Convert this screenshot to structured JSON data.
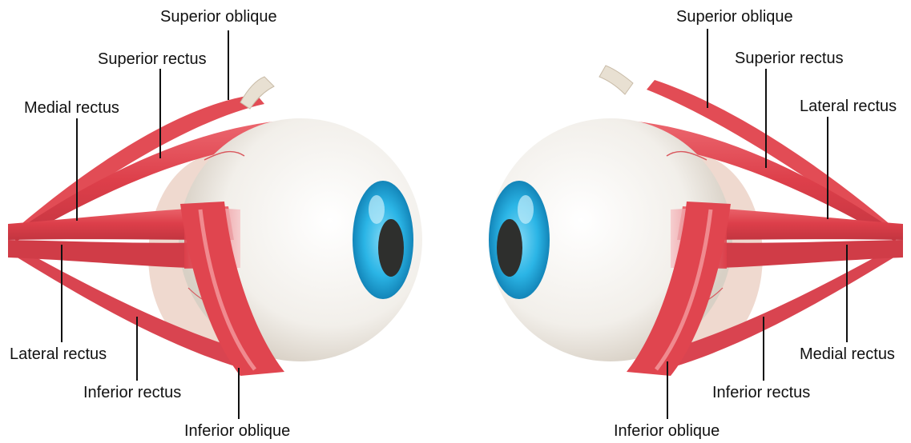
{
  "left_eye": {
    "labels": {
      "superior_oblique": "Superior oblique",
      "superior_rectus": "Superior rectus",
      "medial_rectus": "Medial rectus",
      "lateral_rectus": "Lateral rectus",
      "inferior_rectus": "Inferior rectus",
      "inferior_oblique": "Inferior oblique"
    }
  },
  "right_eye": {
    "labels": {
      "superior_oblique": "Superior oblique",
      "superior_rectus": "Superior rectus",
      "lateral_rectus": "Lateral rectus",
      "medial_rectus": "Medial rectus",
      "inferior_rectus": "Inferior rectus",
      "inferior_oblique": "Inferior oblique"
    }
  },
  "colors": {
    "muscle": "#e0454f",
    "muscle_light": "#f08a8f",
    "muscle_dark": "#b8323b",
    "sclera": "#f4f2ee",
    "sclera_shadow": "#d9d2c8",
    "iris": "#29b6e8",
    "iris_dark": "#0f7fb3",
    "pupil": "#2e2f2d",
    "tendon": "#e8e0d2"
  }
}
